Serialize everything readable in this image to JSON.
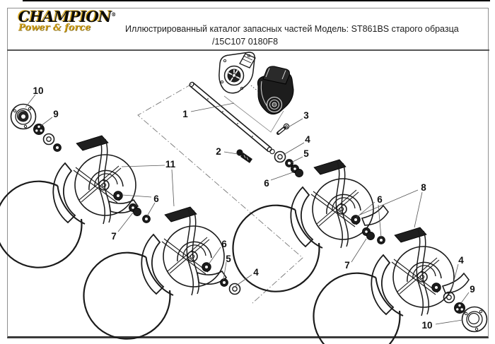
{
  "logo": {
    "brand": "CHAMPION",
    "registered": "®",
    "tagline": "Power & force",
    "brand_color": "#0c0c0c",
    "accent_gold": "#d8a71f"
  },
  "header": {
    "title_line1": "Иллюстрированный каталог запасных частей Модель: ST861BS старого образца",
    "title_line2": "/15C107 0180F8"
  },
  "diagram": {
    "description": "Exploded view of auger assembly with numbered callouts",
    "part_numbers_shown": [
      "1",
      "2",
      "3",
      "4",
      "5",
      "6",
      "7",
      "8",
      "9",
      "10",
      "11"
    ],
    "line_color": "#1a1a1a",
    "labels": [
      {
        "text": "10"
      },
      {
        "text": "9"
      },
      {
        "text": "1"
      },
      {
        "text": "2"
      },
      {
        "text": "3"
      },
      {
        "text": "4"
      },
      {
        "text": "5"
      },
      {
        "text": "6"
      },
      {
        "text": "11"
      },
      {
        "text": "6"
      },
      {
        "text": "7"
      },
      {
        "text": "6"
      },
      {
        "text": "5"
      },
      {
        "text": "4"
      },
      {
        "text": "8"
      },
      {
        "text": "6"
      },
      {
        "text": "7"
      },
      {
        "text": "4"
      },
      {
        "text": "9"
      },
      {
        "text": "10"
      }
    ]
  }
}
